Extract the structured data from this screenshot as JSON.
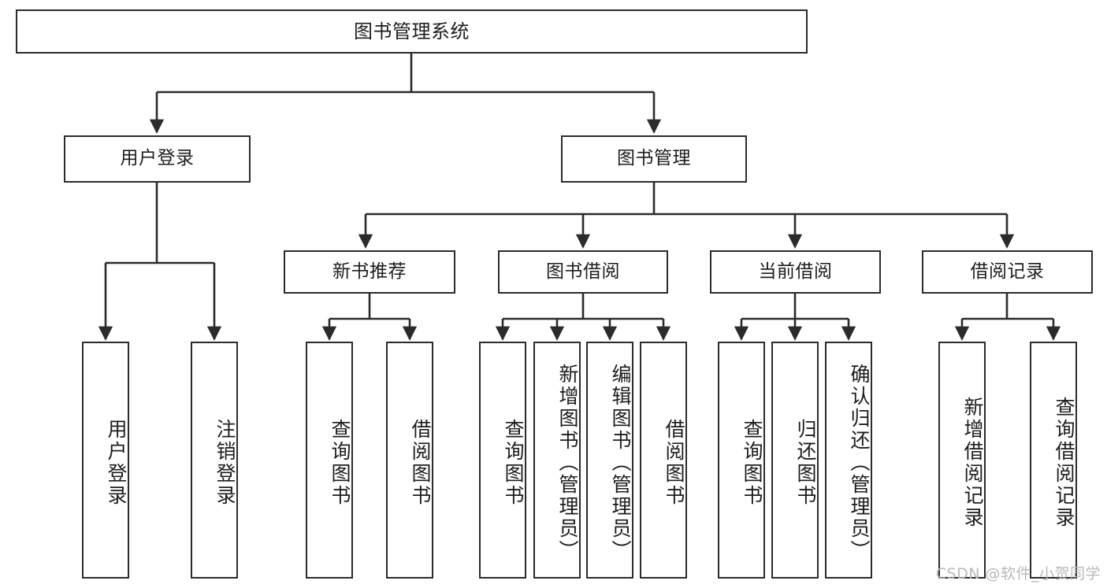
{
  "diagram": {
    "type": "tree",
    "title": "图书管理系统",
    "root": {
      "id": "root",
      "label": "图书管理系统"
    },
    "level1": [
      {
        "id": "user-login",
        "label": "用户登录"
      },
      {
        "id": "book-management",
        "label": "图书管理"
      }
    ],
    "level2": [
      {
        "id": "new-book-recommend",
        "label": "新书推荐",
        "parent": "book-management"
      },
      {
        "id": "book-borrow",
        "label": "图书借阅",
        "parent": "book-management"
      },
      {
        "id": "current-borrow",
        "label": "当前借阅",
        "parent": "book-management"
      },
      {
        "id": "borrow-record",
        "label": "借阅记录",
        "parent": "book-management"
      }
    ],
    "leaves": {
      "user-login": [
        {
          "id": "leaf-user-login",
          "label": "用户登录"
        },
        {
          "id": "leaf-user-logout",
          "label": "注销登录"
        }
      ],
      "new-book-recommend": [
        {
          "id": "leaf-query-book-1",
          "label": "查询图书"
        },
        {
          "id": "leaf-borrow-book-1",
          "label": "借阅图书"
        }
      ],
      "book-borrow": [
        {
          "id": "leaf-query-book-2",
          "label": "查询图书"
        },
        {
          "id": "leaf-add-book",
          "label": "新增图书（管理员）"
        },
        {
          "id": "leaf-edit-book",
          "label": "编辑图书（管理员）"
        },
        {
          "id": "leaf-borrow-book-2",
          "label": "借阅图书"
        }
      ],
      "current-borrow": [
        {
          "id": "leaf-query-book-3",
          "label": "查询图书"
        },
        {
          "id": "leaf-return-book",
          "label": "归还图书"
        },
        {
          "id": "leaf-confirm-return",
          "label": "确认归还（管理员）"
        }
      ],
      "borrow-record": [
        {
          "id": "leaf-add-record",
          "label": "新增借阅记录"
        },
        {
          "id": "leaf-query-record",
          "label": "查询借阅记录"
        }
      ]
    },
    "colors": {
      "stroke": "#2b2b2b",
      "fill": "#ffffff",
      "text": "#1d1d1d",
      "watermark": "#b9b9b9"
    }
  },
  "watermark": {
    "text": "CSDN @软件_小贺同学"
  }
}
